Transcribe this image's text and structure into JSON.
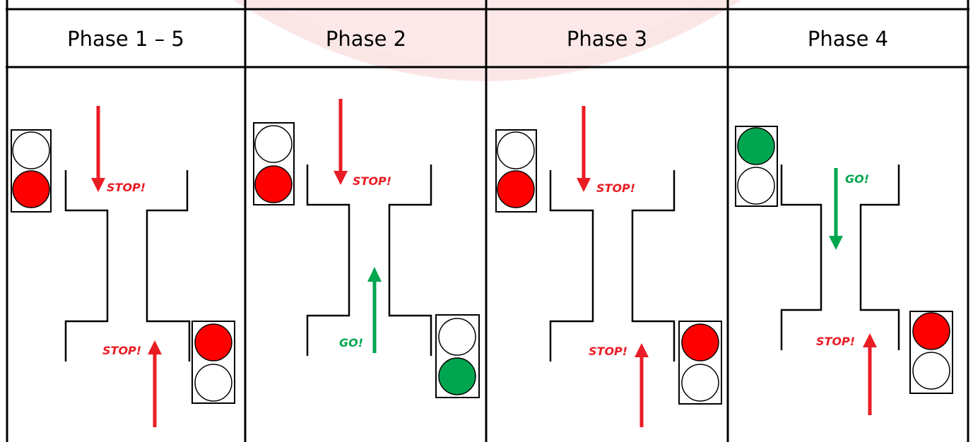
{
  "colors": {
    "red": "#ff0000",
    "red_arrow": "#ea1c24",
    "green": "#00a64f",
    "off": "#ffffff",
    "watermark": "#fbe3e3"
  },
  "phases": [
    {
      "title": "Phase 1 – 5",
      "top_light": {
        "top_lamp": "off",
        "bottom_lamp": "red"
      },
      "bottom_light": {
        "top_lamp": "red",
        "bottom_lamp": "off"
      },
      "top_label": {
        "text": "STOP!",
        "color": "red"
      },
      "bottom_label": {
        "text": "STOP!",
        "color": "red"
      },
      "top_arrow": {
        "color": "red",
        "direction": "down"
      },
      "bottom_arrow": {
        "color": "red",
        "direction": "up"
      }
    },
    {
      "title": "Phase 2",
      "top_light": {
        "top_lamp": "off",
        "bottom_lamp": "red"
      },
      "bottom_light": {
        "top_lamp": "off",
        "bottom_lamp": "green"
      },
      "top_label": {
        "text": "STOP!",
        "color": "red"
      },
      "bottom_label": {
        "text": "GO!",
        "color": "green"
      },
      "top_arrow": {
        "color": "red",
        "direction": "down"
      },
      "bottom_arrow": {
        "color": "green",
        "direction": "up"
      }
    },
    {
      "title": "Phase 3",
      "top_light": {
        "top_lamp": "off",
        "bottom_lamp": "red"
      },
      "bottom_light": {
        "top_lamp": "red",
        "bottom_lamp": "off"
      },
      "top_label": {
        "text": "STOP!",
        "color": "red"
      },
      "bottom_label": {
        "text": "STOP!",
        "color": "red"
      },
      "top_arrow": {
        "color": "red",
        "direction": "down"
      },
      "bottom_arrow": {
        "color": "red",
        "direction": "up"
      }
    },
    {
      "title": "Phase 4",
      "top_light": {
        "top_lamp": "green",
        "bottom_lamp": "off"
      },
      "bottom_light": {
        "top_lamp": "red",
        "bottom_lamp": "off"
      },
      "top_label": {
        "text": "GO!",
        "color": "green"
      },
      "bottom_label": {
        "text": "STOP!",
        "color": "red"
      },
      "top_arrow": {
        "color": "green",
        "direction": "down"
      },
      "bottom_arrow": {
        "color": "red",
        "direction": "up"
      }
    }
  ]
}
